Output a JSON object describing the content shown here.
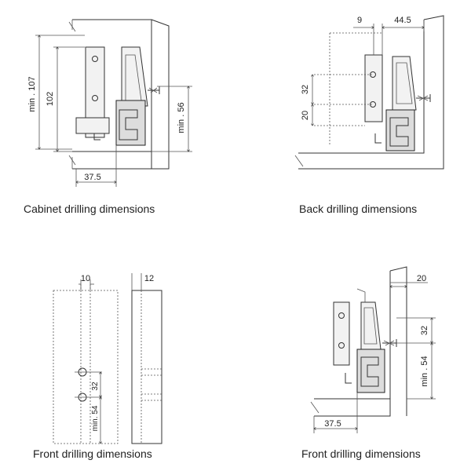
{
  "captions": {
    "cabinet": "Cabinet drilling dimensions",
    "back": "Back drilling dimensions",
    "front_left": "Front drilling dimensions",
    "front_right": "Front drilling dimensions"
  },
  "cabinet": {
    "min107": "min . 107",
    "d102": "102",
    "min56": "min . 56",
    "d37_5": "37.5"
  },
  "back": {
    "d9": "9",
    "d44_5": "44.5",
    "d32": "32",
    "d20": "20"
  },
  "front_left": {
    "d10": "10",
    "d12": "12",
    "d32": "32",
    "min54": "min. 54"
  },
  "front_right": {
    "d20": "20",
    "d32": "32",
    "min54": "min . 54",
    "d37_5": "37.5"
  }
}
